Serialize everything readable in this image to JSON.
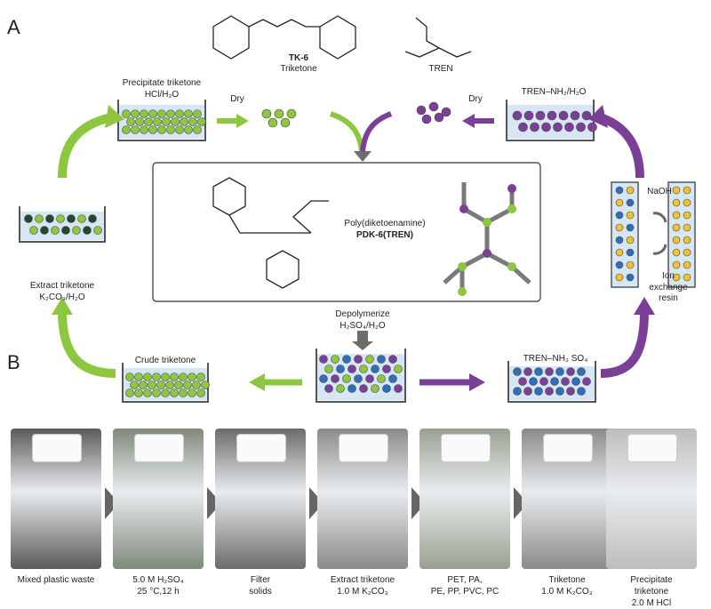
{
  "panels": {
    "a": "A",
    "b": "B"
  },
  "molecules": {
    "tk6_name": "TK-6",
    "tk6_sub": "Triketone",
    "tren_name": "TREN",
    "polymer_name": "Poly(diketoenamine)",
    "polymer_code": "PDK-6(TREN)"
  },
  "steps": {
    "precipitate_1": "Precipitate triketone",
    "precipitate_2": "HCl/H₂O",
    "dry_left": "Dry",
    "dry_right": "Dry",
    "tren_solution": "TREN–NH₂/H₂O",
    "naoh": "NaOH",
    "ion_exchange_1": "Ion",
    "ion_exchange_2": "exchange",
    "ion_exchange_3": "resin",
    "extract_1": "Extract triketone",
    "extract_2": "K₂CO₃/H₂O",
    "depolymerize_1": "Depolymerize",
    "depolymerize_2": "H₂SO₄/H₂O",
    "crude": "Crude triketone",
    "tren_salt": "TREN–NH₃ SO₄"
  },
  "photos": [
    {
      "l1": "Mixed plastic waste",
      "l2": "",
      "l3": ""
    },
    {
      "l1": "5.0 M H₂SO₄",
      "l2": "25 °C,12 h",
      "l3": ""
    },
    {
      "l1": "Filter",
      "l2": "solids",
      "l3": ""
    },
    {
      "l1": "Extract triketone",
      "l2": "1.0 M K₂CO₃",
      "l3": ""
    },
    {
      "l1": "PET, PA,",
      "l2": "PE, PP, PVC, PC",
      "l3": ""
    },
    {
      "l1": "Triketone",
      "l2": "1.0 M K₂CO₃",
      "l3": ""
    },
    {
      "l1": "Precipitate",
      "l2": "triketone",
      "l3": "2.0 M HCl"
    }
  ],
  "colors": {
    "green": "#8dc63f",
    "purple": "#7b3f98",
    "blue": "#2e6fb7",
    "arrow_gray": "#6d6d6d",
    "tray": "#d6e6f4"
  }
}
